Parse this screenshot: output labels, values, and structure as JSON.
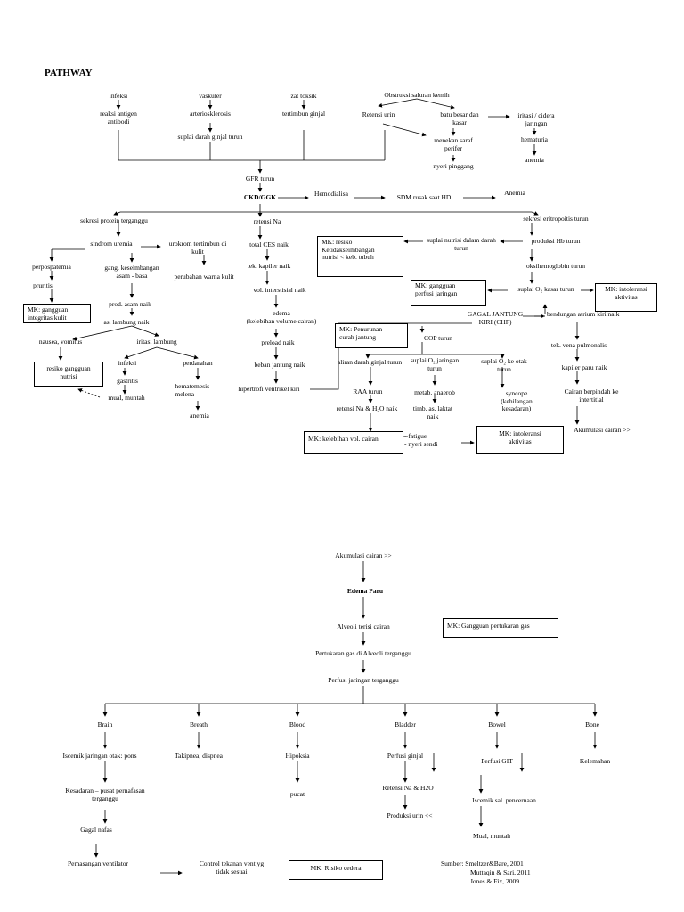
{
  "heading": "PATHWAY",
  "top": {
    "infeksi": "infeksi",
    "reaksi1": "reaksi antigen",
    "reaksi2": "antibodi",
    "vaskuler": "vaskuler",
    "arterio": "arteriosklerosis",
    "suplai_darah": "suplai darah ginjal turun",
    "zat_toksik": "zat toksik",
    "tertimbun": "tertimbun ginjal",
    "obstruksi": "Obstruksi saluran kemih",
    "retensi_urin": "Retensi urin",
    "batu1": "batu besar dan",
    "batu2": "kasar",
    "iritasi1": "iritasi / cidera",
    "iritasi2": "jaringan",
    "menekan1": "menekan saraf",
    "menekan2": "perifer",
    "nyeri_pinggang": "nyeri pinggang",
    "hematuria": "hematuria",
    "anemia_top": "anemia"
  },
  "mid": {
    "gfr": "GFR turun",
    "ckd": "CKD/GGK",
    "hemodialisa": "Hemodialisa",
    "sdm": "SDM rusak saat HD",
    "anemia_hd": "Anemia",
    "sekresi_protein": "sekresi protein terganggu",
    "retensi_na": "retensi Na",
    "sekresi_eritro": "sekresi eritropoitis turun",
    "sindrom": "sindrom uremia",
    "urokrom1": "urokrom tertimbun di",
    "urokrom2": "kulit",
    "perubahan": "perubahan warna kulit",
    "perpospatemia": "perpospatemia",
    "pruritis": "pruritis",
    "gang1": "gang. keseimbangan",
    "gang2": "asam - basa",
    "prod_asam": "prod. asam naik",
    "as_lambung": "as. lambung naik",
    "nausea": "nausea, vomitus",
    "iritasi_lambung": "iritasi lambung",
    "infeksi2": "infeksi",
    "gastritis": "gastritis",
    "mual": "mual, muntah",
    "perdarahan": "perdarahan",
    "hematemesis": "- hematemesis",
    "melena": "- melena",
    "anemia_mid": "anemia",
    "total_ces": "total CES naik",
    "tek_kapiler": "tek. kapiler naik",
    "vol_interstisial": "vol. interstisial naik",
    "edema1": "edema",
    "edema2": "(kelebihan volume cairan)",
    "preload": "preload naik",
    "beban": "beban jantung naik",
    "hipertrofi": "hipertrofi ventrikel kiri",
    "suplai_nutrisi1": "suplai nutrisi dalam darah",
    "suplai_nutrisi2": "turun",
    "produksi_hb": "produksi Hb turun",
    "oksihemo": "oksihemoglobin turun",
    "suplai_o2": "suplai O₂ kasar turun",
    "gagal_jantung1": "GAGAL JANTUNG",
    "gagal_jantung2": "KIRI (CHF)",
    "bendungan": "bendungan atrium kiri naik",
    "cop": "COP turun",
    "aliran": "aliran darah ginjal turun",
    "suplai_jaringan1": "suplai O₂ jaringan",
    "suplai_jaringan2": "turun",
    "suplai_otak1": "suplai O₂ ke otak",
    "suplai_otak2": "turun",
    "raa": "RAA turun",
    "metab": "metab. anaerob",
    "retensi_h2o": "retensi Na & H₂O naik",
    "timb1": "timb. as. laktat",
    "timb2": "naik",
    "fatigue": "- fatigue",
    "nyeri_sendi": "- nyeri sendi",
    "syncope1": "syncope",
    "syncope2": "(kehilangan",
    "syncope3": "kesadaran)",
    "tek_vena": "tek. vena pulmonalis",
    "kapiler_paru": "kapiler paru naik",
    "cairan1": "Cairan berpindah ke",
    "cairan2": "intertitial",
    "akumulasi": "Akumulasi cairan >>"
  },
  "mk": {
    "integritas1": "MK: gangguan",
    "integritas2": "integritas kulit",
    "nutrisi_resiko1": "resiko gangguan",
    "nutrisi_resiko2": "nutrisi",
    "ketidak1": "MK: resiko",
    "ketidak2": "Ketidakseimbangan",
    "ketidak3": "nutrisi < keb. tubuh",
    "perfusi1": "MK: gangguan",
    "perfusi2": "perfusi jaringan",
    "intoleransi1": "MK: intoleransi",
    "intoleransi2": "aktivitas",
    "curah1": "MK: Penurunan",
    "curah2": "curah jantung",
    "kelebihan": "MK: kelebihan vol. cairan",
    "intoleransi_b1": "MK: intoleransi",
    "intoleransi_b2": "aktivitas",
    "pertukaran": "MK: Gangguan pertukaran gas",
    "cedera": "MK: Risiko cedera"
  },
  "bottom": {
    "akumulasi": "Akumulasi cairan >>",
    "edema_paru": "Edema Paru",
    "alveoli": "Alveoli terisi cairan",
    "pertukaran_gas": "Pertukaran gas di Alveoli terganggu",
    "perfusi_jaringan": "Perfusi jaringan terganggu",
    "brain": "Brain",
    "breath": "Breath",
    "blood": "Blood",
    "bladder": "Bladder",
    "bowel": "Bowel",
    "bone": "Bone",
    "iscemik_otak": "Iscemik jaringan otak: pons",
    "takipnea": "Takipnea, dispnea",
    "hipoksia": "Hipoksia",
    "perfusi_ginjal": "Perfusi ginjal",
    "perfusi_git": "Perfusi GIT",
    "kelemahan": "Kelemahan",
    "kesadaran1": "Kesadaran – pusat pernafasan",
    "kesadaran2": "terganggu",
    "pucat": "pucat",
    "retensi_h2o": "Retensi Na & H2O",
    "iscemik_sal": "Iscemik sal. pencernaan",
    "produksi_urin": "Produksi urin <<",
    "mual_muntah": "Mual, muntah",
    "gagal_nafas": "Gagal nafas",
    "pemasangan": "Pemasangan ventilator",
    "control1": "Control tekanan vent yg",
    "control2": "tidak sesuai",
    "sumber1": "Sumber: Smeltzer&Bare, 2001",
    "sumber2": "Muttaqin & Sari, 2011",
    "sumber3": "Jones & Fix, 2009"
  }
}
